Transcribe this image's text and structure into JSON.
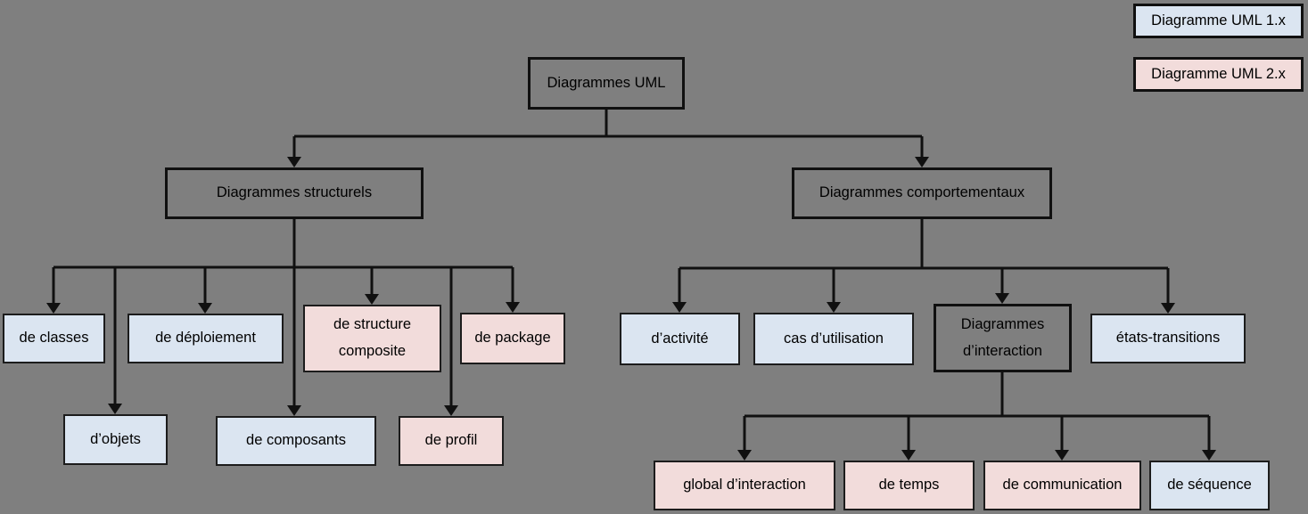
{
  "colors": {
    "background": "#7f7f7f",
    "uml_1x_fill": "#dbe5f1",
    "uml_2x_fill": "#f2dcdb",
    "neutral_fill": "#7f7f7f",
    "border": "#1c1c1c",
    "connector": "#101010",
    "text": "#000000"
  },
  "legend": {
    "uml1x": {
      "label": "Diagramme UML 1.x",
      "fill": "#dbe5f1"
    },
    "uml2x": {
      "label": "Diagramme UML 2.x",
      "fill": "#f2dcdb"
    }
  },
  "nodes": {
    "root": {
      "label": "Diagrammes UML",
      "category": "neutral"
    },
    "structurels": {
      "label": "Diagrammes structurels",
      "category": "neutral"
    },
    "comportementaux": {
      "label": "Diagrammes comportementaux",
      "category": "neutral"
    },
    "interaction": {
      "label": "Diagrammes d’interaction",
      "category": "neutral"
    },
    "de_classes": {
      "label": "de classes",
      "category": "uml_1x"
    },
    "de_deploiement": {
      "label": "de déploiement",
      "category": "uml_1x"
    },
    "structure_composite": {
      "label": "de structure composite",
      "category": "uml_2x"
    },
    "de_package": {
      "label": "de package",
      "category": "uml_2x"
    },
    "d_objets": {
      "label": "d’objets",
      "category": "uml_1x"
    },
    "de_composants": {
      "label": "de composants",
      "category": "uml_1x"
    },
    "de_profil": {
      "label": "de profil",
      "category": "uml_2x"
    },
    "d_activite": {
      "label": "d’activité",
      "category": "uml_1x"
    },
    "cas_utilisation": {
      "label": "cas d’utilisation",
      "category": "uml_1x"
    },
    "etats_transitions": {
      "label": "états-transitions",
      "category": "uml_1x"
    },
    "global_interaction": {
      "label": "global d’interaction",
      "category": "uml_2x"
    },
    "de_temps": {
      "label": "de temps",
      "category": "uml_2x"
    },
    "de_communication": {
      "label": "de communication",
      "category": "uml_2x"
    },
    "de_sequence": {
      "label": "de séquence",
      "category": "uml_1x"
    }
  },
  "hierarchy": {
    "root": [
      "structurels",
      "comportementaux"
    ],
    "structurels": [
      "de_classes",
      "d_objets",
      "de_deploiement",
      "de_composants",
      "structure_composite",
      "de_profil",
      "de_package"
    ],
    "comportementaux": [
      "d_activite",
      "cas_utilisation",
      "interaction",
      "etats_transitions"
    ],
    "interaction": [
      "global_interaction",
      "de_temps",
      "de_communication",
      "de_sequence"
    ]
  }
}
